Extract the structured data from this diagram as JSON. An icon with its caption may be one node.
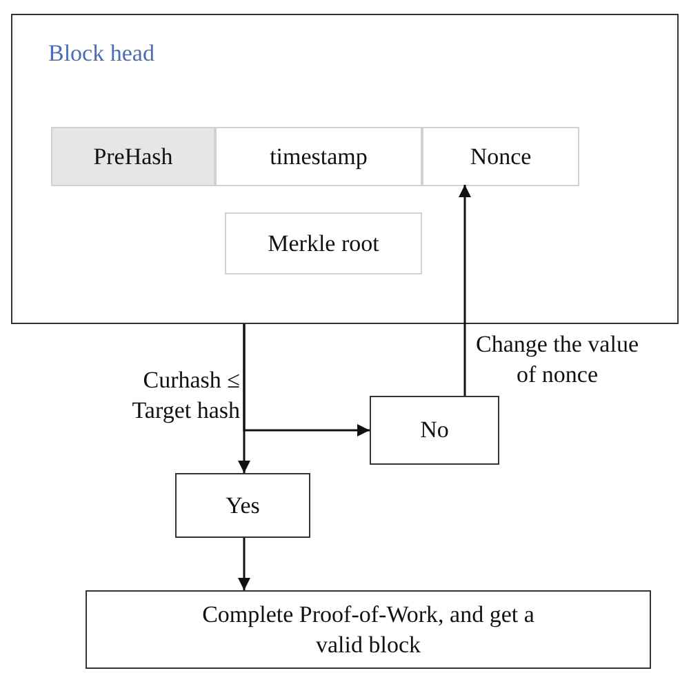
{
  "diagram": {
    "nodes": [
      {
        "text": [
          "Block head"
        ]
      },
      {
        "text": [
          "PreHash"
        ],
        "in": 0
      },
      {
        "text": [
          "timestamp"
        ],
        "in": 0
      },
      {
        "text": [
          "Nonce"
        ],
        "in": 0
      },
      {
        "text": [
          "Merkle root"
        ],
        "in": 0
      },
      {
        "text": [
          "No"
        ]
      },
      {
        "text": [
          "Yes"
        ]
      },
      {
        "text": [
          "Complete Proof-of-Work, and get a valid block"
        ]
      }
    ],
    "edges": [
      {
        "from": 0,
        "to": 6,
        "arrow": "to"
      },
      {
        "from": 0,
        "to": 5,
        "arrow": "to"
      },
      {
        "from": 5,
        "to": 3,
        "arrow": "to",
        "label": "Change the value of nonce"
      },
      {
        "from": 6,
        "to": 7,
        "arrow": "to"
      }
    ],
    "labels": [
      "Curhash ≤ Target hash"
    ]
  }
}
